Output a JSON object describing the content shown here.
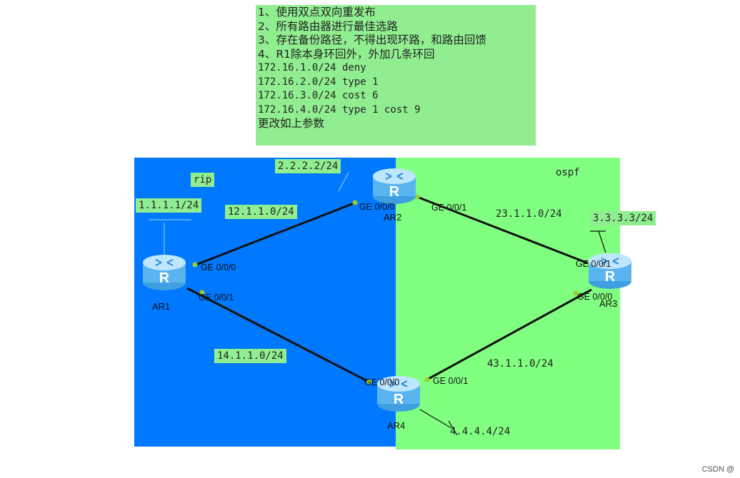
{
  "notes": {
    "lines": [
      "1、使用双点双向重发布",
      "2、所有路由器进行最佳选路",
      "3、存在备份路径，不得出现环路，和路由回馈",
      "4、R1除本身环回外，外加几条环回"
    ],
    "routes": [
      "172.16.1.0/24 deny",
      "172.16.2.0/24 type 1",
      "172.16.3.0/24 cost 6",
      "172.16.4.0/24 type 1 cost 9"
    ],
    "footer": "更改如上参数"
  },
  "areas": {
    "rip": "rip",
    "ospf": "ospf"
  },
  "routers": {
    "ar1": {
      "name": "AR1",
      "loopback": "1.1.1.1/24",
      "ports": [
        "GE 0/0/0",
        "GE 0/0/1"
      ]
    },
    "ar2": {
      "name": "AR2",
      "loopback": "2.2.2.2/24",
      "ports": [
        "GE 0/0/0",
        "GE 0/0/1"
      ]
    },
    "ar3": {
      "name": "AR3",
      "loopback": "3.3.3.3/24",
      "ports": [
        "GE 0/0/1",
        "GE 0/0/0"
      ]
    },
    "ar4": {
      "name": "AR4",
      "loopback": "4.4.4.4/24",
      "ports": [
        "GE 0/0/0",
        "GE 0/0/1"
      ]
    }
  },
  "links": [
    "12.1.1.0/24",
    "23.1.1.0/24",
    "14.1.1.0/24",
    "43.1.1.0/24"
  ],
  "colors": {
    "rip_area": "#0078ff",
    "ospf_area": "#80ff80",
    "label_bg": "#90ee90",
    "link": "#111111",
    "port_dot": "#9acd32"
  },
  "watermark": "CSDN @"
}
